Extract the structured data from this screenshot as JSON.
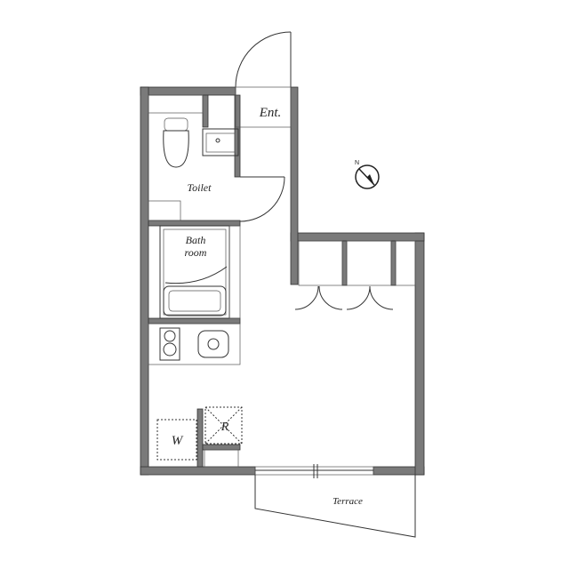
{
  "rooms": {
    "entrance": "Ent.",
    "toilet": "Toilet",
    "bath_line1": "Bath",
    "bath_line2": "room",
    "washer": "W",
    "refrigerator": "R",
    "terrace": "Terrace"
  },
  "compass": {
    "north_label": "N"
  },
  "colors": {
    "wall": "#7a7a7a",
    "line": "#333333"
  }
}
